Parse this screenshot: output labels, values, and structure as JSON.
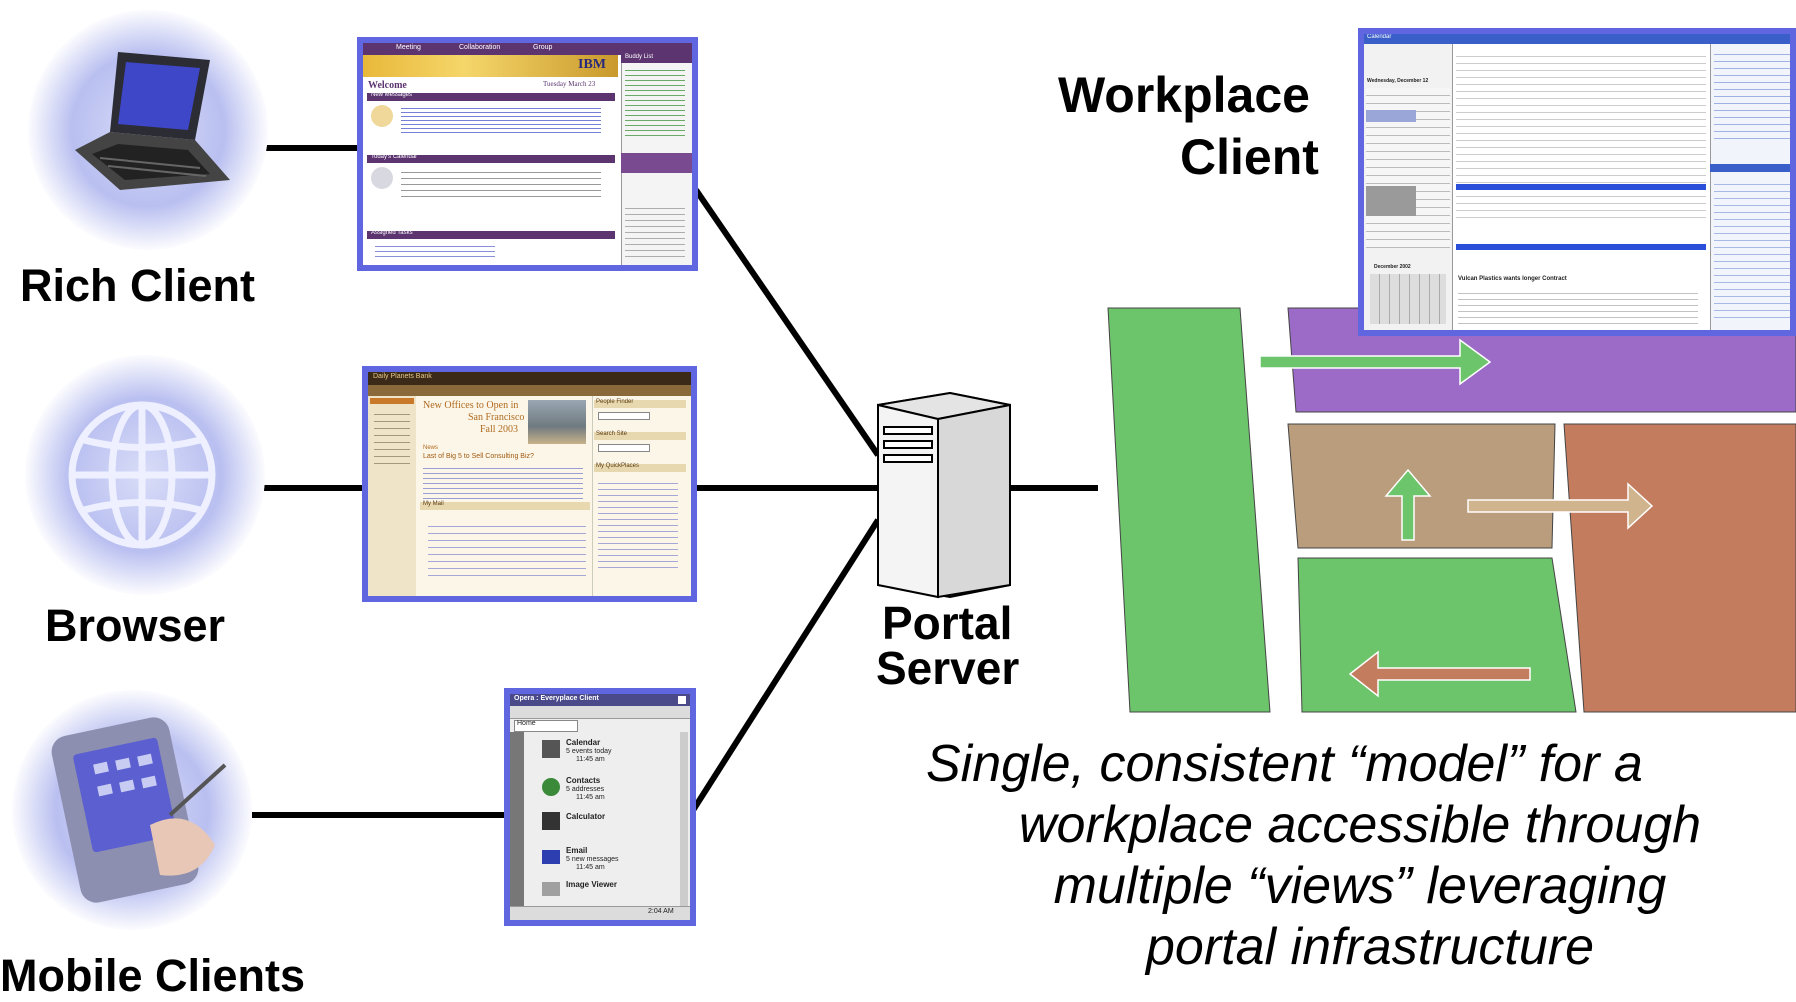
{
  "clients": {
    "rich": {
      "label": "Rich Client"
    },
    "browser": {
      "label": "Browser"
    },
    "mobile": {
      "label": "Mobile Clients"
    }
  },
  "server": {
    "label_line1": "Portal",
    "label_line2": "Server"
  },
  "workplace": {
    "label_line1": "Workplace",
    "label_line2": "Client"
  },
  "tagline": {
    "line1": "Single, consistent “model” for a",
    "line2": "workplace accessible through",
    "line3": "multiple “views” leveraging",
    "line4": "portal infrastructure"
  },
  "rich_shot": {
    "tabs": [
      "Meeting",
      "Collaboration",
      "Group"
    ],
    "brand": "IBM",
    "welcome": "Welcome",
    "date": "Tuesday March 23",
    "new_messages": "New Messages",
    "todays_calendar": "Today's Calendar",
    "assigned_tasks": "Assigned Tasks",
    "buddy_list": "Buddy List"
  },
  "browser_shot": {
    "brand": "Daily Planets Bank",
    "headline1": "New Offices to Open in",
    "headline2": "San Francisco",
    "headline3": "Fall 2003",
    "news": "News",
    "news_item": "Last of Big 5 to Sell Consulting Biz?",
    "my_mail": "My Mail",
    "people_finder": "People Finder",
    "search_site": "Search Site",
    "quickplaces": "My QuickPlaces"
  },
  "mobile_shot": {
    "title": "Opera : Everyplace Client",
    "dropdown": "Home",
    "items": [
      {
        "name": "Calendar",
        "sub1": "5 events today",
        "sub2": "11:45 am"
      },
      {
        "name": "Contacts",
        "sub1": "5 addresses",
        "sub2": "11:45 am"
      },
      {
        "name": "Calculator",
        "sub1": "",
        "sub2": ""
      },
      {
        "name": "Email",
        "sub1": "5 new messages",
        "sub2": "11:45 am"
      },
      {
        "name": "Image Viewer",
        "sub1": "",
        "sub2": ""
      }
    ],
    "clock": "2:04 AM"
  },
  "workplace_shot": {
    "calendar": "Calendar",
    "date_header": "Wednesday, December 12",
    "email_subject": "Vulcan Plastics wants longer Contract",
    "month": "December 2002"
  },
  "colors": {
    "green": "#6cc46b",
    "purple": "#9b6bc7",
    "tan": "#b99d7c",
    "rust": "#c47c5f",
    "frame": "#5f66e0"
  }
}
